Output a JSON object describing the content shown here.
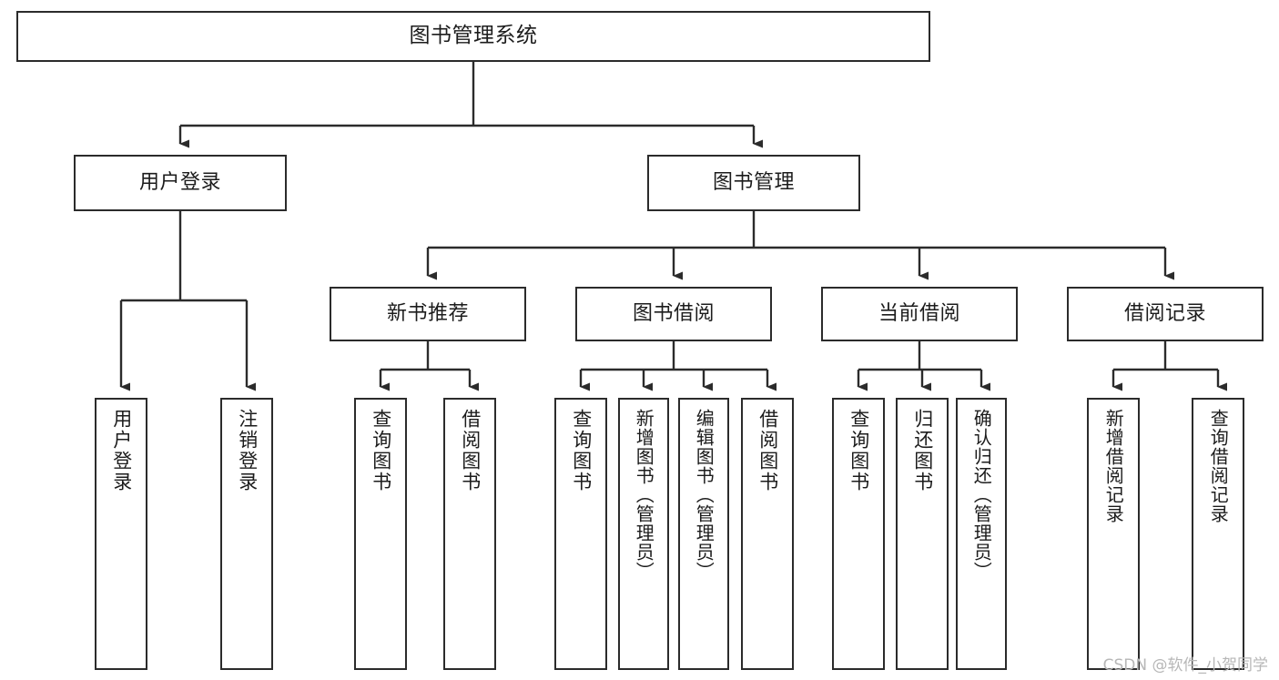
{
  "diagram": {
    "title": "图书管理系统",
    "type": "tree-hierarchy-chart",
    "colors": {
      "box_border": "#2b2b2b",
      "box_fill": "#ffffff",
      "edge": "#2b2b2b",
      "text": "#1c1c1c",
      "watermark": "#b7b7b7",
      "background": "#ffffff"
    }
  },
  "watermark": {
    "text": "CSDN @软件_小贺同学"
  },
  "nodes": {
    "root": {
      "label": "图书管理系统",
      "level": 1
    },
    "level2": [
      {
        "id": "user-login",
        "label": "用户登录",
        "level": 2
      },
      {
        "id": "book-management",
        "label": "图书管理",
        "level": 2
      }
    ],
    "level3": [
      {
        "id": "new-book-recommend",
        "label": "新书推荐",
        "level": 3,
        "parent": "book-management"
      },
      {
        "id": "book-borrow",
        "label": "图书借阅",
        "level": 3,
        "parent": "book-management"
      },
      {
        "id": "current-borrow",
        "label": "当前借阅",
        "level": 3,
        "parent": "book-management"
      },
      {
        "id": "borrow-record",
        "label": "借阅记录",
        "level": 3,
        "parent": "book-management"
      }
    ],
    "leaves": [
      {
        "id": "leaf-user-login",
        "label": "用户登录",
        "parent": "user-login"
      },
      {
        "id": "leaf-user-logout",
        "label": "注销登录",
        "parent": "user-login"
      },
      {
        "id": "leaf-query-book-1",
        "label": "查询图书",
        "parent": "new-book-recommend"
      },
      {
        "id": "leaf-borrow-book-1",
        "label": "借阅图书",
        "parent": "new-book-recommend"
      },
      {
        "id": "leaf-query-book-2",
        "label": "查询图书",
        "parent": "book-borrow"
      },
      {
        "id": "leaf-add-book",
        "label": "新增图书（管理员）",
        "parent": "book-borrow"
      },
      {
        "id": "leaf-edit-book",
        "label": "编辑图书（管理员）",
        "parent": "book-borrow"
      },
      {
        "id": "leaf-borrow-book-2",
        "label": "借阅图书",
        "parent": "book-borrow"
      },
      {
        "id": "leaf-query-book-3",
        "label": "查询图书",
        "parent": "current-borrow"
      },
      {
        "id": "leaf-return-book",
        "label": "归还图书",
        "parent": "current-borrow"
      },
      {
        "id": "leaf-confirm-return",
        "label": "确认归还（管理员）",
        "parent": "current-borrow"
      },
      {
        "id": "leaf-add-record",
        "label": "新增借阅记录",
        "parent": "borrow-record"
      },
      {
        "id": "leaf-query-record",
        "label": "查询借阅记录",
        "parent": "borrow-record"
      }
    ]
  }
}
